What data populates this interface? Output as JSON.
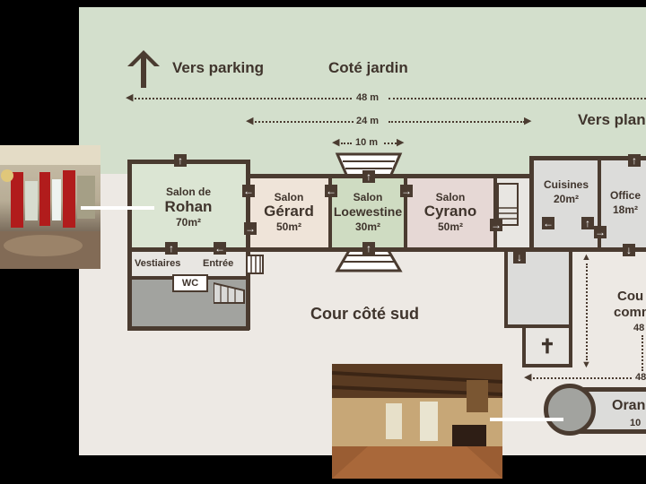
{
  "plan": {
    "north_label": "Vers parking",
    "garden_label": "Coté jardin",
    "east_label": "Vers plans",
    "courtyard_label": "Cour côté sud",
    "right_courtyard": {
      "line1": "Cou",
      "line2": "comm",
      "size": "48"
    },
    "dimensions": {
      "overall": "48 m",
      "middle": "24 m",
      "small": "10 m",
      "right": "48"
    },
    "rooms": {
      "rohan": {
        "salon": "Salon de",
        "name": "Rohan",
        "size": "70m²"
      },
      "gerard": {
        "salon": "Salon",
        "name": "Gérard",
        "size": "50m²"
      },
      "loewestine": {
        "salon": "Salon",
        "name": "Loewestine",
        "size": "30m²"
      },
      "cyrano": {
        "salon": "Salon",
        "name": "Cyrano",
        "size": "50m²"
      },
      "cuisines": {
        "name": "Cuisines",
        "size": "20m²"
      },
      "office": {
        "name": "Office",
        "size": "18m²"
      },
      "vestiaires": "Vestiaires",
      "entree": "Entrée",
      "wc": "WC",
      "orangerie": {
        "name": "Oran",
        "size": "10"
      }
    },
    "colors": {
      "garden": "#d3dfcc",
      "courtyard": "#ede9e4",
      "wall": "#4a3b30",
      "rohan": "#dbe5d3",
      "gerard": "#efe4d9",
      "loewestine": "#cfdcc2",
      "cyrano": "#e6d8d5",
      "service": "#dcdcda",
      "dark_gray": "#a2a39f"
    }
  }
}
